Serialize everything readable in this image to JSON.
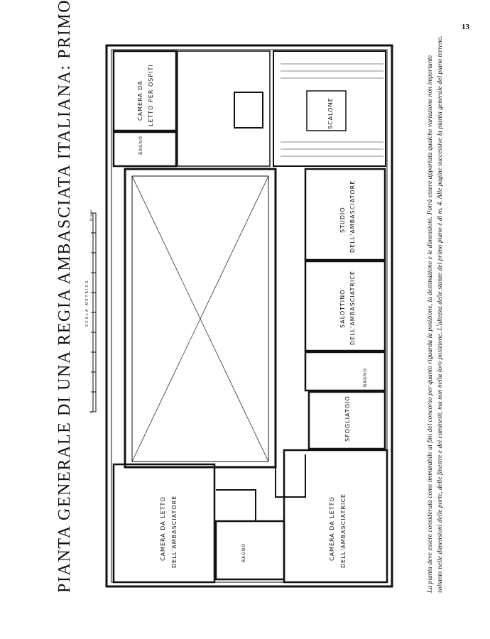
{
  "page_number": "13",
  "title": "PIANTA GENERALE DI UNA REGIA AMBASCIATA ITALIANA: PRIMO PIANO",
  "caption": {
    "line1": "La pianta deve essere considerata come immutabile ai fini del concorso per quanto riguarda la posizione, la destinazione e le dimensioni. Potrà essere apportata qualche variazione non importante",
    "line2": "soltanto nelle dimensioni delle porte, delle finestre e dei caminetti, ma non nella loro posizione. L'altezza delle stanze del primo piano è di m. 4. Alle pagine successive la pianta generale del piano terreno."
  },
  "scale": {
    "label": "SCALA METRICA",
    "start": "0",
    "end": "10 metri"
  },
  "rooms": {
    "guest_bedroom": [
      "CAMERA DA",
      "LETTO PER OSPITI"
    ],
    "bath_top": "BAGNO",
    "staircase": "SCALONE",
    "study": [
      "STUDIO",
      "DELL'AMBASCIATORE"
    ],
    "salon": [
      "SALOTTINO",
      "DELL'AMBASCIATRICE"
    ],
    "bath_right": "BAGNO",
    "dressing": "SFOGLIATOIO",
    "ambassadress_bedroom": [
      "CAMERA DA LETTO",
      "DELL'AMBASCIATRICE"
    ],
    "ambassador_bedroom": [
      "CAMERA DA LETTO",
      "DELL'AMBASCIATORE"
    ],
    "bath_bottom": "BAGNO"
  }
}
